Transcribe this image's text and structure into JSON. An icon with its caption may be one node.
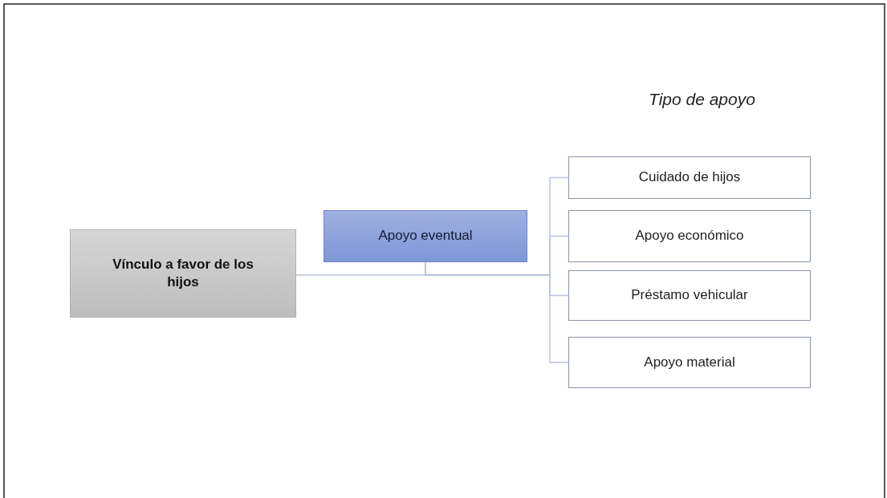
{
  "diagram": {
    "nodes": [
      {
        "text": [
          "Vínculo a favor de los hijos"
        ]
      },
      {
        "text": [
          "Apoyo eventual"
        ]
      },
      {
        "text": [
          "Cuidado de hijos"
        ]
      },
      {
        "text": [
          "Apoyo económico"
        ]
      },
      {
        "text": [
          "Préstamo vehicular"
        ]
      },
      {
        "text": [
          "Apoyo material"
        ]
      }
    ],
    "edges": [
      {
        "from": 0,
        "to": 1,
        "arrow": "none"
      },
      {
        "from": 1,
        "to": 2,
        "arrow": "none"
      },
      {
        "from": 1,
        "to": 3,
        "arrow": "none"
      },
      {
        "from": 1,
        "to": 4,
        "arrow": "none"
      },
      {
        "from": 1,
        "to": 5,
        "arrow": "none"
      }
    ],
    "labels": [
      "Tipo de apoyo"
    ]
  }
}
